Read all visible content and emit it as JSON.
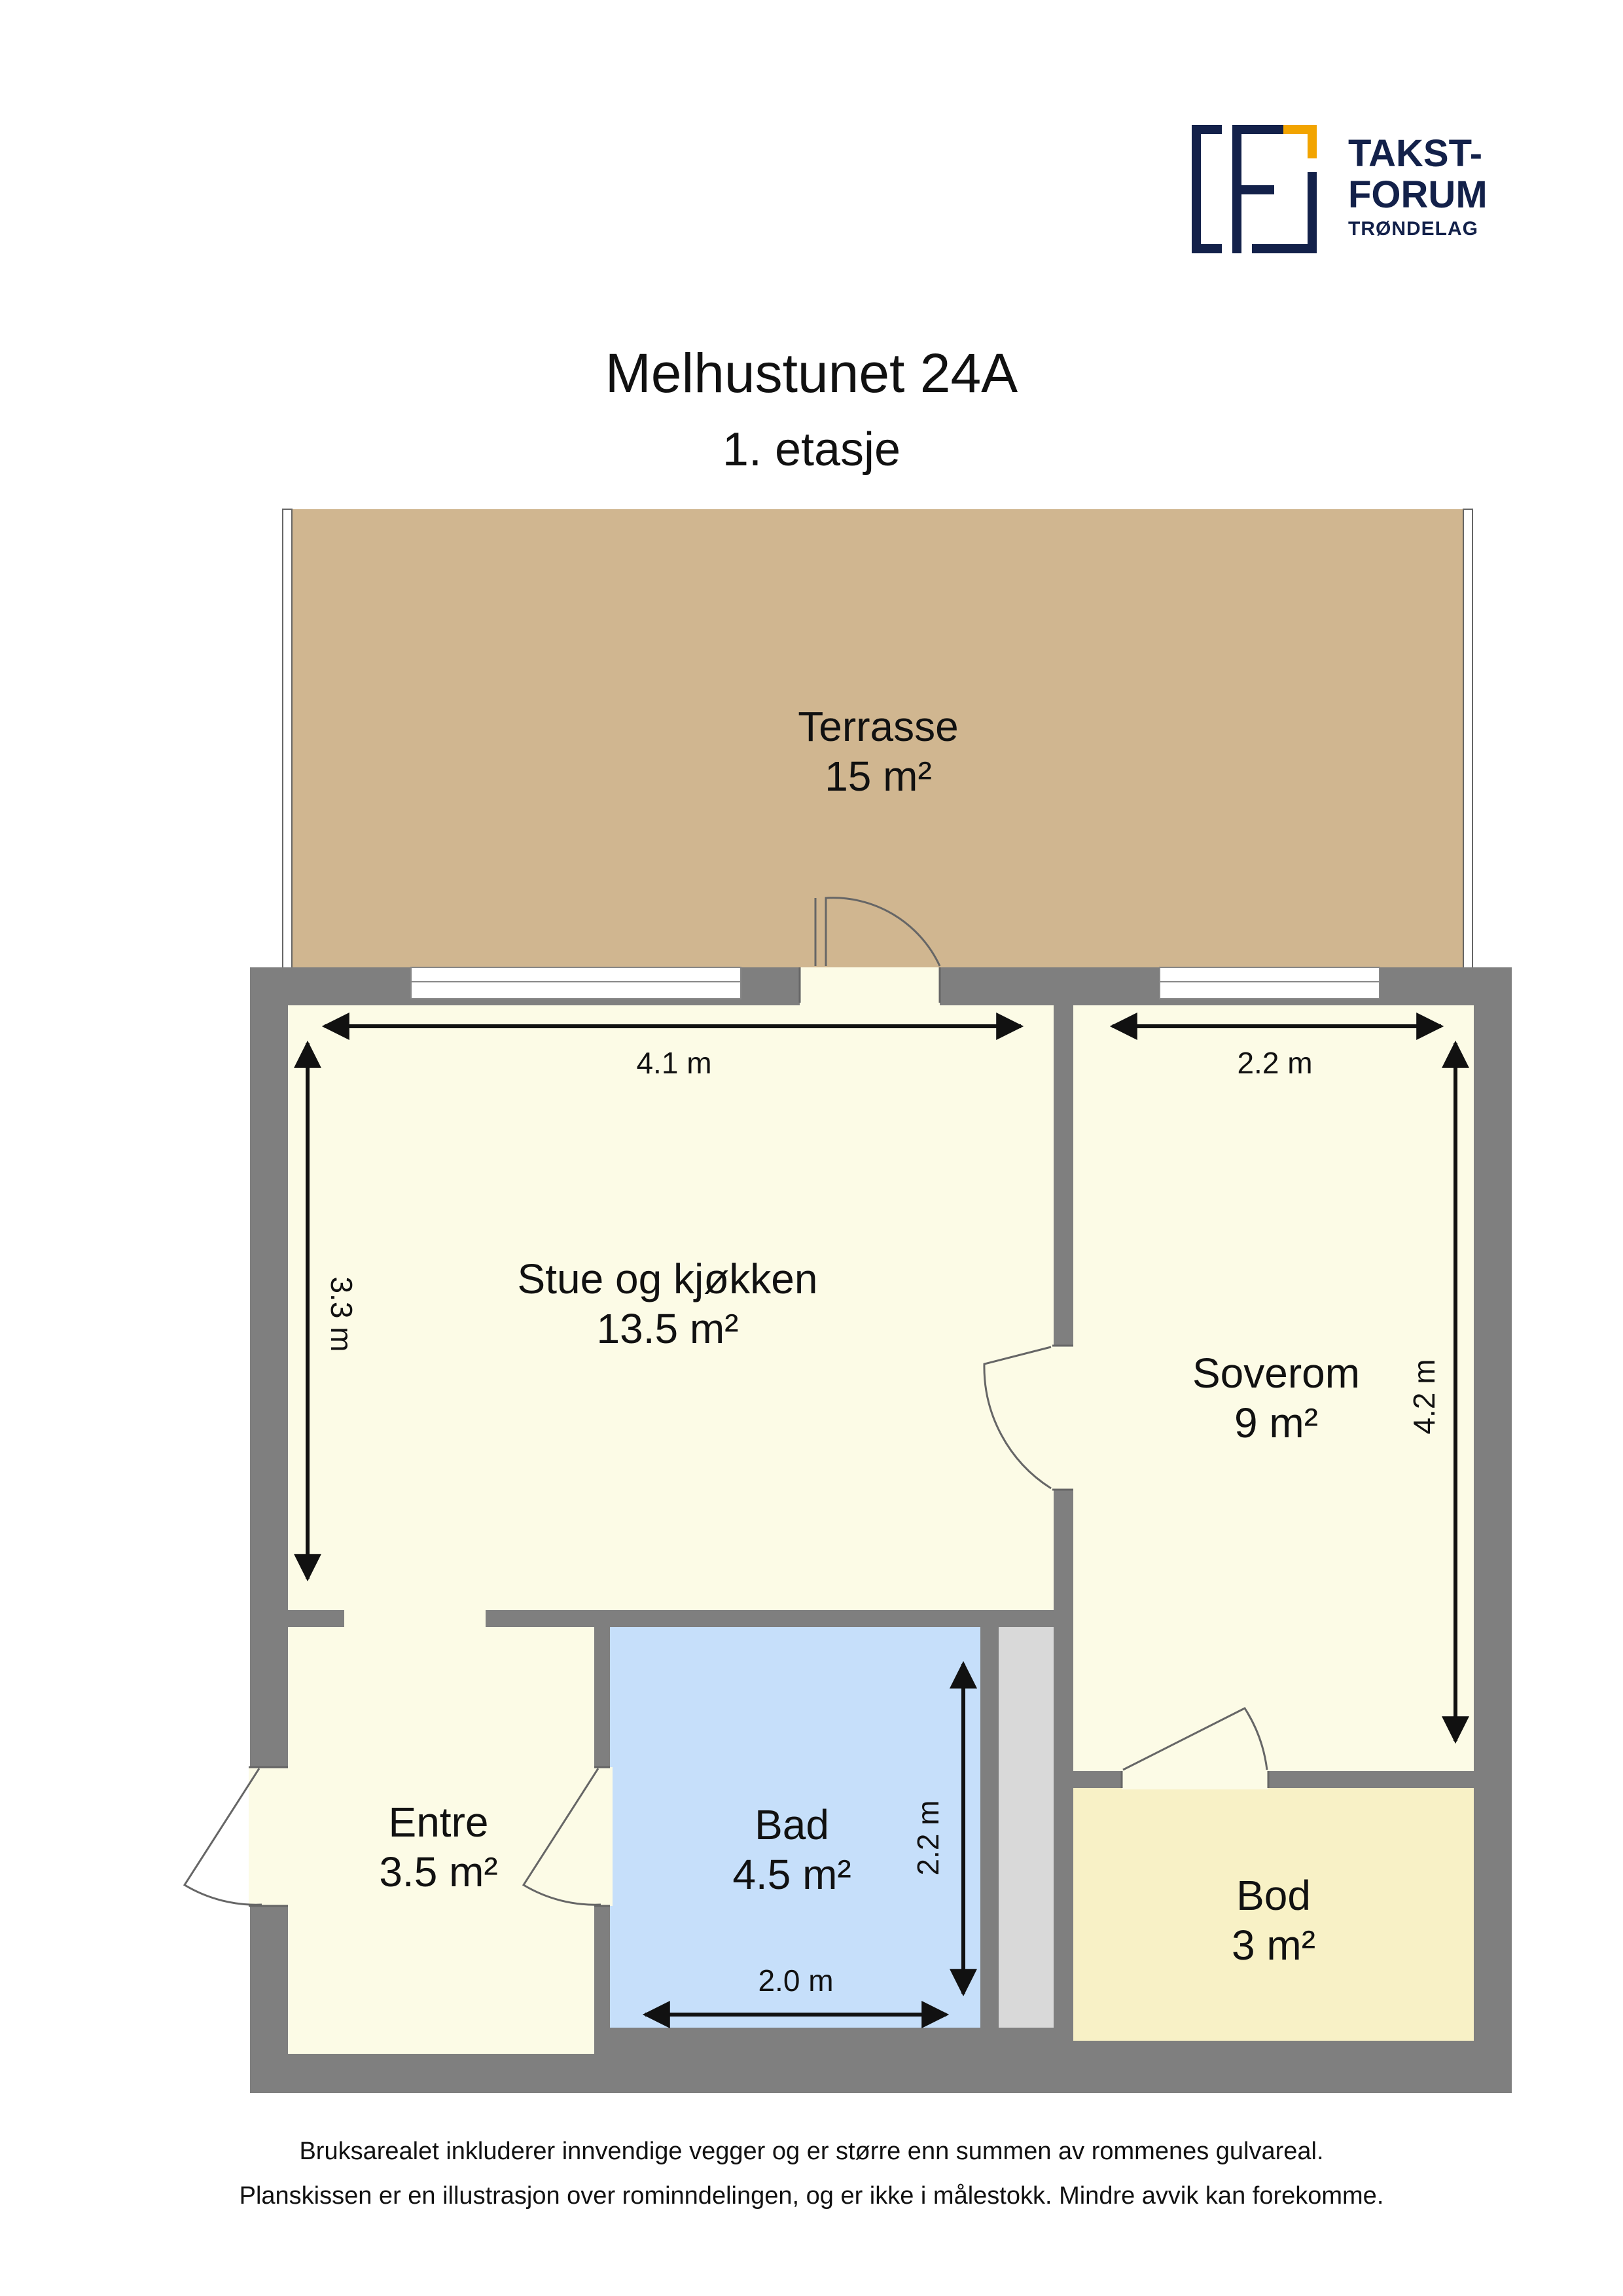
{
  "logo": {
    "line1": "TAKST-",
    "line2": "FORUM",
    "line3": "TRØNDELAG",
    "colors": {
      "navy": "#13214a",
      "gold": "#f2a400"
    }
  },
  "header": {
    "title": "Melhustunet 24A",
    "subtitle": "1. etasje"
  },
  "rooms": [
    {
      "name": "Terrasse",
      "area": "15 m²",
      "color": "#d0b690"
    },
    {
      "name": "Stue og kjøkken",
      "area": "13.5 m²",
      "color": "#fcfbe6"
    },
    {
      "name": "Soverom",
      "area": "9 m²",
      "color": "#fcfbe6"
    },
    {
      "name": "Entre",
      "area": "3.5 m²",
      "color": "#fcfbe6"
    },
    {
      "name": "Bad",
      "area": "4.5 m²",
      "color": "#c6dffa"
    },
    {
      "name": "Bod",
      "area": "3 m²",
      "color": "#f8f1c6"
    }
  ],
  "dimensions": {
    "stue_width": "4.1 m",
    "stue_depth": "3.3 m",
    "soverom_width": "2.2 m",
    "soverom_depth": "4.2 m",
    "bad_width": "2.0 m",
    "bad_depth": "2.2 m"
  },
  "colors": {
    "wall": "#7f7f7f",
    "shaft": "#d9d9d9",
    "arrow": "#111111"
  },
  "footer": {
    "line1": "Bruksarealet inkluderer innvendige vegger og er større enn summen av rommenes gulvareal.",
    "line2": "Planskissen er en illustrasjon over rominndelingen, og er ikke i målestokk. Mindre avvik kan forekomme."
  }
}
